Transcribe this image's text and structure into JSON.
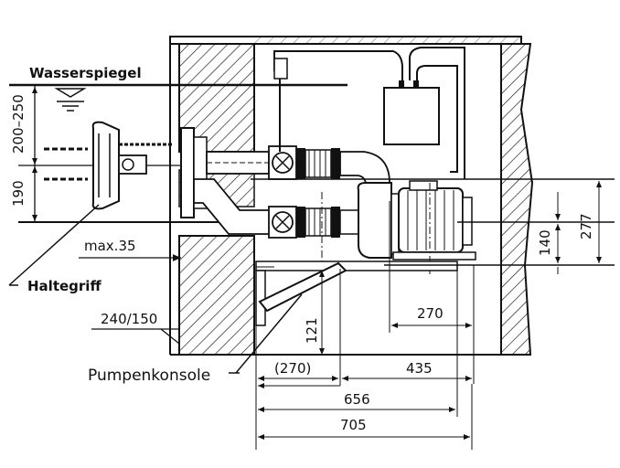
{
  "labels": {
    "wasserspiegel": "Wasserspiegel",
    "haltegriff": "Haltegriff",
    "pumpenkonsole": "Pumpenkonsole",
    "max35": "max.35",
    "wall_thickness": "240/150"
  },
  "dimensions": {
    "d_200_250": "200–250",
    "d_190": "190",
    "d_277": "277",
    "d_140": "140",
    "d_270_right": "270",
    "d_121": "121",
    "d_270_paren": "(270)",
    "d_435": "435",
    "d_656": "656",
    "d_705": "705"
  }
}
